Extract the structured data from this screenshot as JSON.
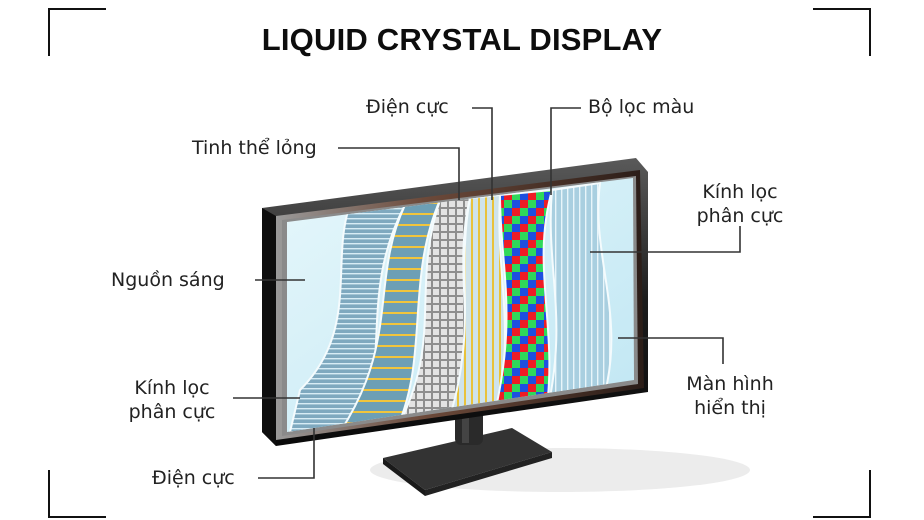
{
  "title": "LIQUID CRYSTAL DISPLAY",
  "labels": {
    "electrode_top": "Điện cực",
    "color_filter": "Bộ lọc màu",
    "liquid_crystal": "Tinh thể lỏng",
    "polarizer_right_line1": "Kính lọc",
    "polarizer_right_line2": "phân cực",
    "light_source": "Nguồn sáng",
    "polarizer_left_line1": "Kính lọc",
    "polarizer_left_line2": "phân cực",
    "electrode_bottom": "Điện cực",
    "display_screen_line1": "Màn hình",
    "display_screen_line2": "hiển thị"
  },
  "colors": {
    "frame": "#2a2a2a",
    "screen": "#cfeef7",
    "polarizer": "#8fb8cc",
    "electrode_stripe": "#e8b73a",
    "glass": "#d9d9d9",
    "pixel_red": "#ee1c25",
    "pixel_green": "#2fd85a",
    "pixel_blue": "#1e4fe0",
    "leader_line": "#333333"
  }
}
